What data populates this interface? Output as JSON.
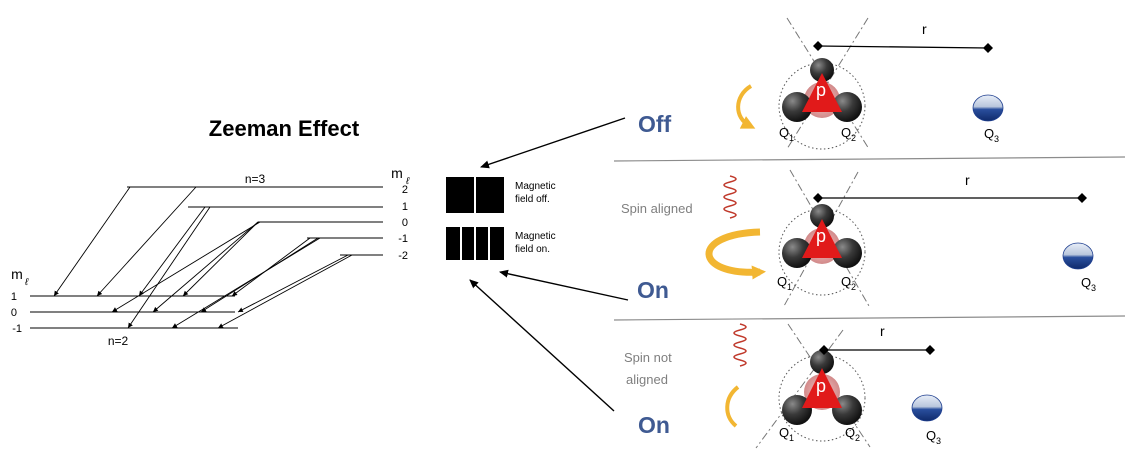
{
  "title": "Zeeman Effect",
  "energy_diagram": {
    "upper_level": "n=3",
    "lower_level": "n=2",
    "ml_symbol": "m",
    "ml_subscript": "ℓ",
    "upper_ml": [
      "2",
      "1",
      "0",
      "-1",
      "-2"
    ],
    "lower_ml": [
      "1",
      "0",
      "-1"
    ]
  },
  "spectra": {
    "off_label_line1": "Magnetic",
    "off_label_line2": "field off.",
    "on_label_line1": "Magnetic",
    "on_label_line2": "field on."
  },
  "panels": [
    {
      "state": "Off",
      "note_line1": "",
      "note_line2": "",
      "distance": "r",
      "charges": [
        "Q",
        "Q",
        "Q"
      ],
      "charge_subscripts": [
        "1",
        "2",
        "3"
      ],
      "center": "p"
    },
    {
      "state": "On",
      "note_line1": "Spin aligned",
      "note_line2": "",
      "distance": "r",
      "charges": [
        "Q",
        "Q",
        "Q"
      ],
      "charge_subscripts": [
        "1",
        "2",
        "3"
      ],
      "center": "p"
    },
    {
      "state": "On",
      "note_line1": "Spin not",
      "note_line2": "aligned",
      "distance": "r",
      "charges": [
        "Q",
        "Q",
        "Q"
      ],
      "charge_subscripts": [
        "1",
        "2",
        "3"
      ],
      "center": "p"
    }
  ],
  "colors": {
    "state_label": "#3f5a92",
    "note_text": "#7f7f7f",
    "rotation_arrow": "#f2b632",
    "spring": "#c0392b",
    "proton": "#e11a1a",
    "sphere": "#3a3a3a",
    "far_charge": "#1f3f8f",
    "divider": "#8c8c8c"
  }
}
